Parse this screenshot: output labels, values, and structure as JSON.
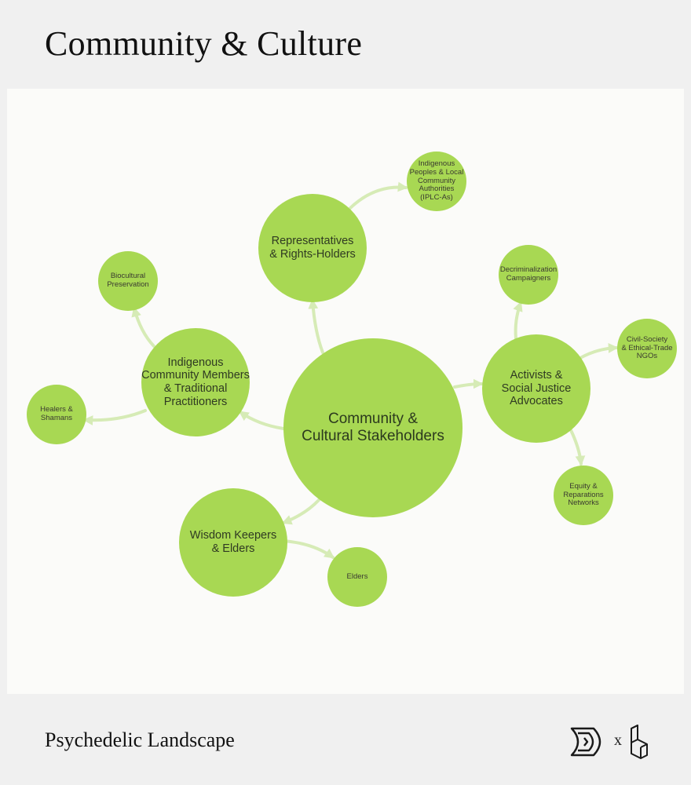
{
  "header": {
    "title": "Community & Culture"
  },
  "diagram": {
    "center": "Community &\nCultural Stakeholders",
    "representatives": "Representatives\n& Rights-Holders",
    "iplc": "Indigenous\nPeoples & Local\nCommunity Authorities\n(IPLC-As)",
    "indigenous_members": "Indigenous\nCommunity Members\n& Traditional\nPractitioners",
    "biocultural": "Biocultural\nPreservation",
    "healers": "Healers & Shamans",
    "wisdom_keepers": "Wisdom Keepers\n& Elders",
    "elders": "Elders",
    "activists": "Activists &\nSocial Justice\nAdvocates",
    "decriminalization": "Decriminalization\nCampaigners",
    "civil_society": "Civil-Society\n& Ethical-Trade\nNGOs",
    "equity": "Equity & Reparations\nNetworks",
    "colors": {
      "node": "#a8d853",
      "connector": "#d6ebb6",
      "background": "#fbfbf9",
      "page": "#f0f0f0"
    }
  },
  "footer": {
    "title": "Psychedelic Landscape",
    "logo_left": "leaf-chevron-logo-icon",
    "separator": "x",
    "logo_right": "isometric-b-logo-icon"
  }
}
